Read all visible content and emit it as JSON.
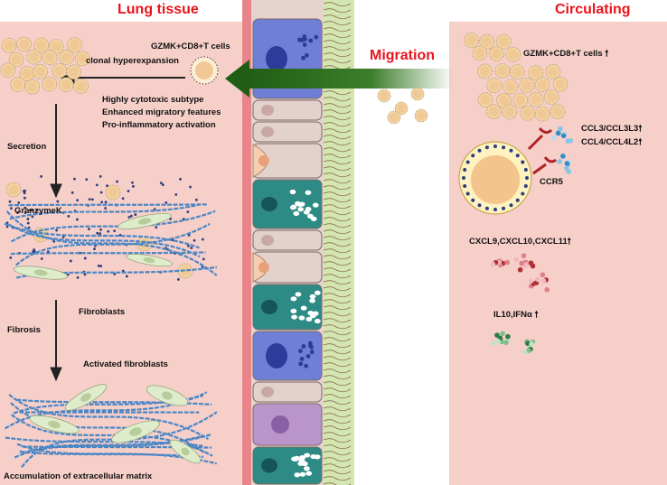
{
  "titles": {
    "lung": "Lung tissue",
    "circulating": "Circulating",
    "migration": "Migration"
  },
  "lung": {
    "gzmk_cells": "GZMK+CD8+T cells",
    "clonal": "clonal hyperexpansion",
    "features": [
      "Highly cytotoxic subtype",
      "Enhanced migratory features",
      "Pro-inflammatory activation"
    ],
    "secretion": "Secretion",
    "granzyme": "GranzymeK",
    "fibroblasts": "Fibroblasts",
    "fibrosis": "Fibrosis",
    "activated": "Activated fibroblasts",
    "accumulation": "Accumulation of extracellular matrix"
  },
  "circ": {
    "gzmk_cells": "GZMK+CD8+T cells",
    "ccl3": "CCL3/CCL3L3",
    "ccl4": "CCL4/CCL4L2",
    "ccr5": "CCR5",
    "cxcl": "CXCL9,CXCL10,CXCL11",
    "il10": "IL10,IFNα"
  },
  "colors": {
    "background_panel": "#f6cfc9",
    "title_red": "#e8141c",
    "arrow_green": "#2d6b1f",
    "fiber_blue": "#4a86c5",
    "granzyme_dot": "#2c3d7a"
  }
}
